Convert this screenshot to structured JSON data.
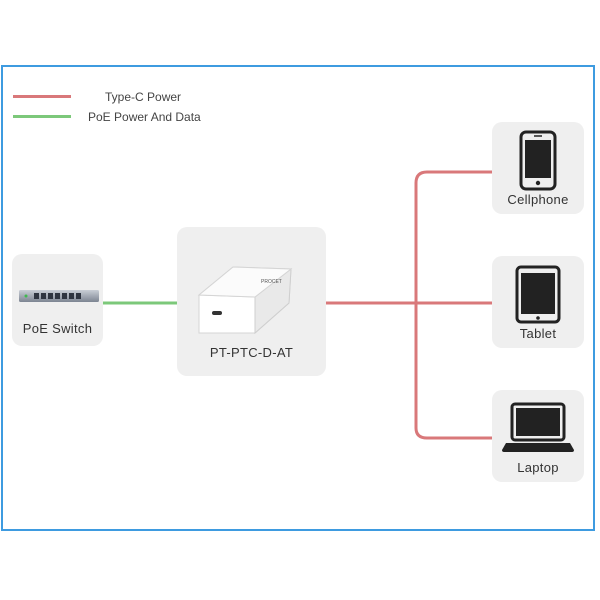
{
  "legend": {
    "items": [
      {
        "label": "Type-C Power",
        "color": "#d9787a"
      },
      {
        "label": "PoE Power And Data",
        "color": "#7cc87a"
      }
    ]
  },
  "nodes": {
    "switch": {
      "label": "PoE Switch"
    },
    "adapter": {
      "label": "PT-PTC-D-AT",
      "brand": "PROCET"
    },
    "cellphone": {
      "label": "Cellphone"
    },
    "tablet": {
      "label": "Tablet"
    },
    "laptop": {
      "label": "Laptop"
    }
  },
  "colors": {
    "border": "#3e9be0",
    "card": "#efefef",
    "icon": "#222222"
  }
}
